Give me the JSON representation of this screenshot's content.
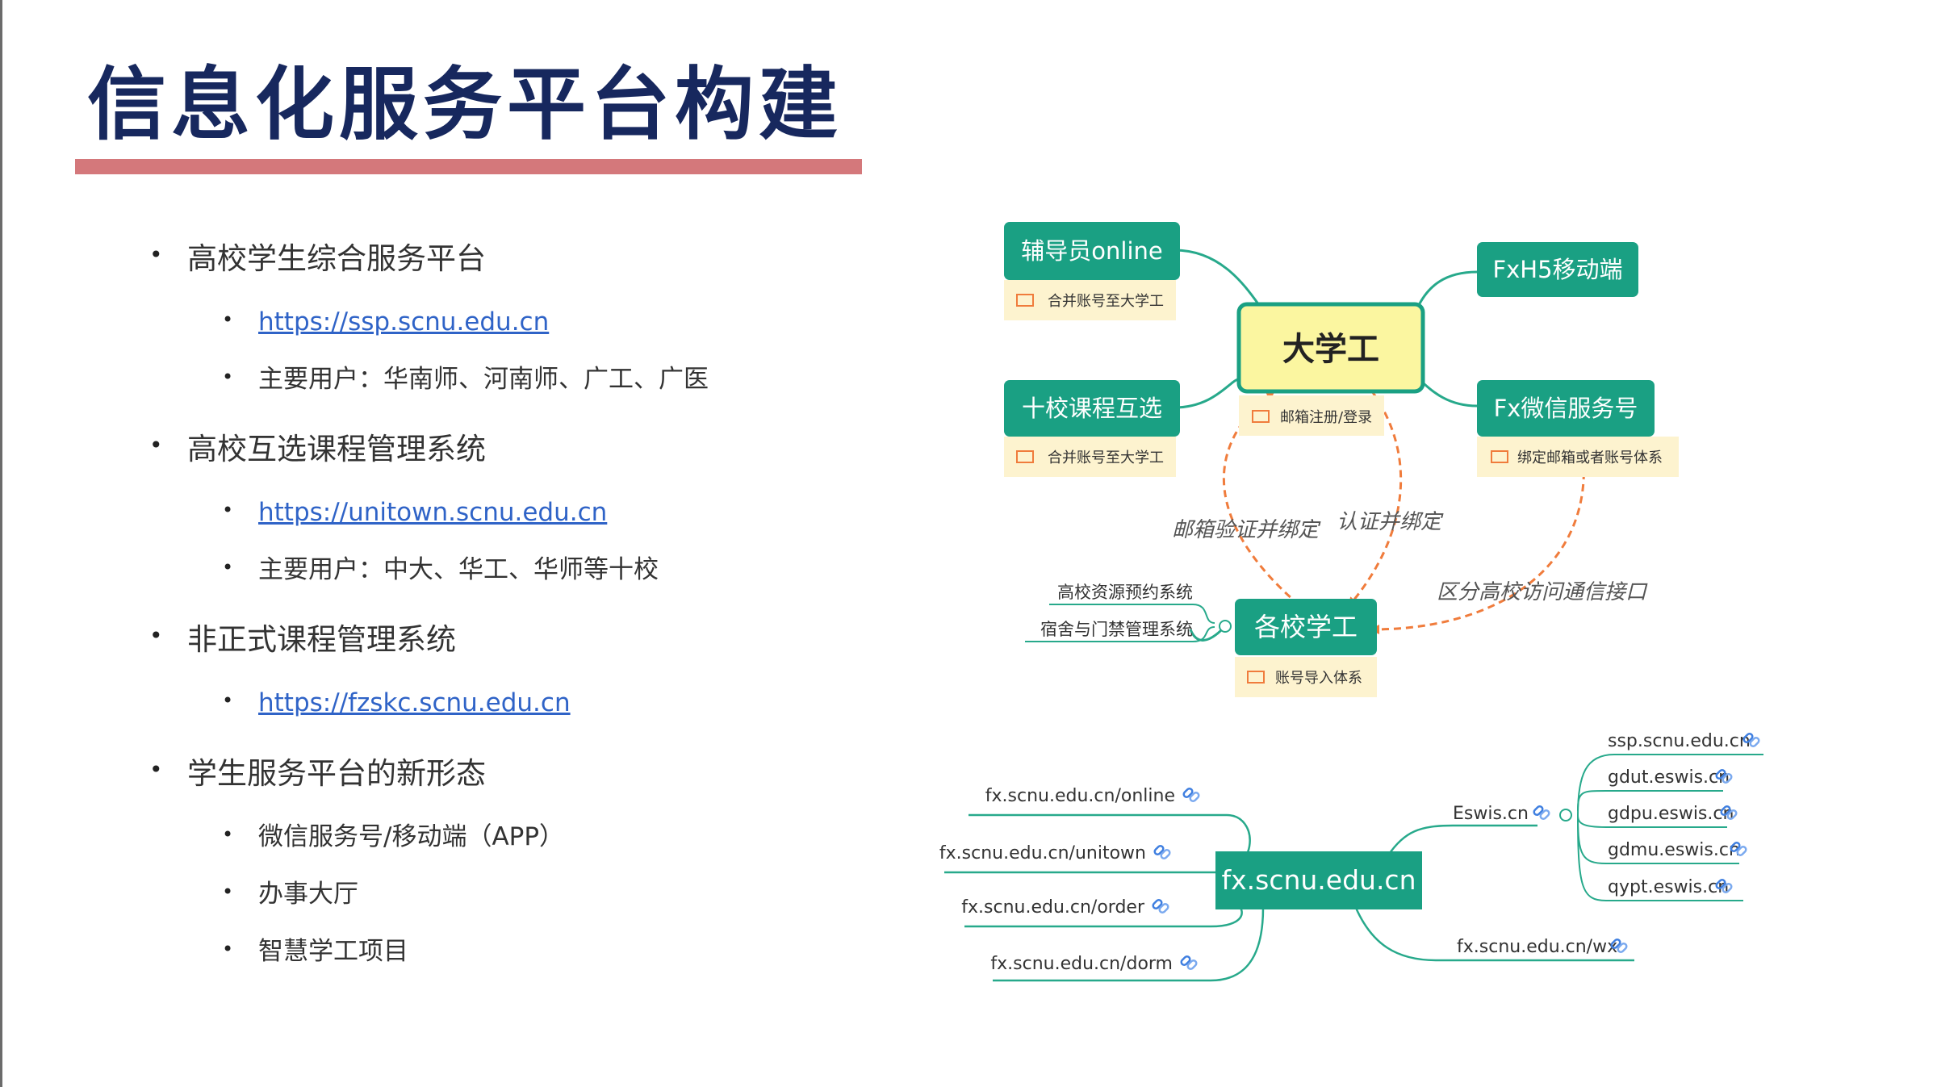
{
  "slide": {
    "title": "信息化服务平台构建"
  },
  "bullets": [
    {
      "text": "高校学生综合服务平台",
      "children": [
        {
          "text": "https://ssp.scnu.edu.cn",
          "link": true
        },
        {
          "text": "主要用户：华南师、河南师、广工、广医",
          "link": false
        }
      ]
    },
    {
      "text": "高校互选课程管理系统",
      "children": [
        {
          "text": "https://unitown.scnu.edu.cn",
          "link": true
        },
        {
          "text": "主要用户：中大、华工、华师等十校",
          "link": false
        }
      ]
    },
    {
      "text": "非正式课程管理系统",
      "children": [
        {
          "text": "https://fzskc.scnu.edu.cn",
          "link": true
        }
      ]
    },
    {
      "text": "学生服务平台的新形态",
      "children": [
        {
          "text": "微信服务号/移动端（APP）",
          "link": false
        },
        {
          "text": "办事大厅",
          "link": false
        },
        {
          "text": "智慧学工项目",
          "link": false
        }
      ]
    }
  ],
  "mindmap1": {
    "center": {
      "label": "大学工",
      "note": "邮箱注册/登录"
    },
    "nodes": {
      "fudaoyuan": {
        "label": "辅导员online",
        "note": "合并账号至大学工"
      },
      "shixiao": {
        "label": "十校课程互选",
        "note": "合并账号至大学工"
      },
      "fxh5": {
        "label": "FxH5移动端"
      },
      "fxwechat": {
        "label": "Fx微信服务号",
        "note": "绑定邮箱或者账号体系"
      },
      "gexiao": {
        "label": "各校学工",
        "note": "账号导入体系",
        "subitems": [
          "高校资源预约系统",
          "宿舍与门禁管理系统"
        ]
      }
    },
    "relations": {
      "email_verify": "邮箱验证并绑定",
      "auth_bind": "认证并绑定",
      "diff_access": "区分高校访问通信接口"
    },
    "colors": {
      "node": "#1aa083",
      "center_fill": "#fbf6a0",
      "center_border": "#1aa083",
      "note_fill": "#fdf3cf",
      "relation": "#f07c3c",
      "branch": "#27a98b"
    }
  },
  "mindmap2": {
    "center": {
      "label": "fx.scnu.edu.cn"
    },
    "left": [
      "fx.scnu.edu.cn/online",
      "fx.scnu.edu.cn/unitown",
      "fx.scnu.edu.cn/order",
      "fx.scnu.edu.cn/dorm"
    ],
    "right": {
      "eswis": {
        "label": "Eswis.cn",
        "children": [
          "ssp.scnu.edu.cn",
          "gdut.eswis.cn",
          "gdpu.eswis.cn",
          "gdmu.eswis.cn",
          "qypt.eswis.cn"
        ]
      },
      "wx": "fx.scnu.edu.cn/wx"
    },
    "icon": "link-icon"
  }
}
